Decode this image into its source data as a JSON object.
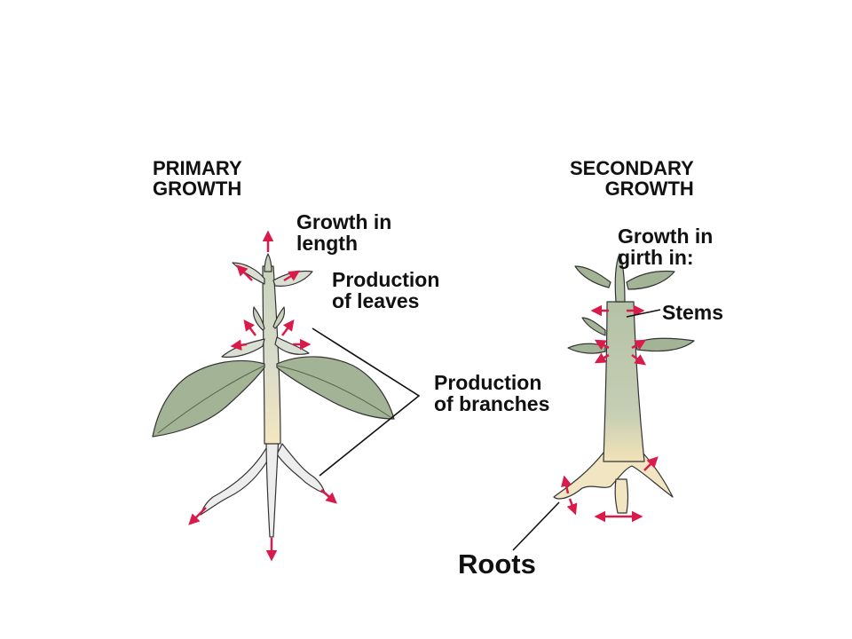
{
  "panels": {
    "primary": {
      "heading": "PRIMARY\nGROWTH",
      "growth_length": "Growth in\nlength",
      "leaves": "Production\nof leaves",
      "branches": "Production\nof branches"
    },
    "secondary": {
      "heading": "SECONDARY\nGROWTH",
      "girth": "Growth in\ngirth in:",
      "stems": "Stems",
      "roots": "Roots"
    }
  },
  "colors": {
    "arrow": "#d81b4a",
    "leaf": "#a3b496",
    "leaf_light": "#dadfd3",
    "stem": "#bccab1",
    "root": "#f2e6c2",
    "outline": "#222222"
  }
}
